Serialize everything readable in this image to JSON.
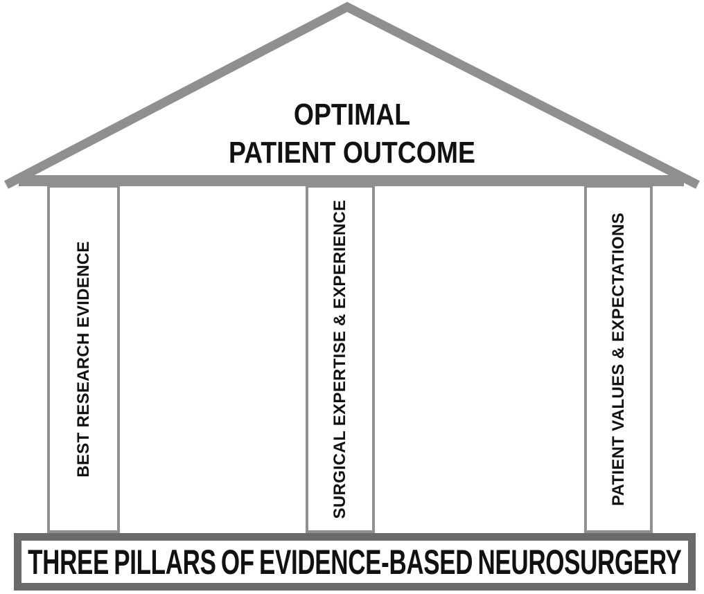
{
  "figure": {
    "roof": {
      "title_line1": "OPTIMAL",
      "title_line2": "PATIENT OUTCOME"
    },
    "pillars": [
      {
        "label": "BEST RESEARCH EVIDENCE"
      },
      {
        "label": "SURGICAL EXPERTISE & EXPERIENCE"
      },
      {
        "label": "PATIENT VALUES & EXPECTATIONS"
      }
    ],
    "base": {
      "title": "THREE PILLARS OF EVIDENCE-BASED NEUROSURGERY"
    },
    "colors": {
      "structure_gray": "#8f8f8f",
      "base_border_gray": "#6a6a6a",
      "text_black": "#111111",
      "background": "#ffffff"
    }
  }
}
